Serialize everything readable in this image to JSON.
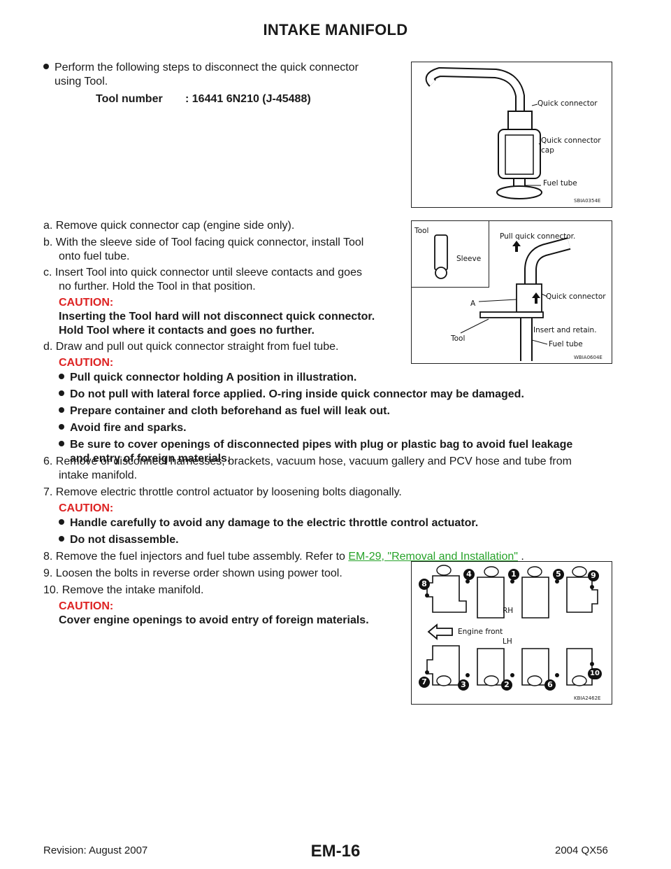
{
  "header": {
    "title": "INTAKE MANIFOLD"
  },
  "steps": {
    "intro_bullet_l1": "Perform the following steps to disconnect the quick connector",
    "intro_bullet_l2": "using Tool.",
    "tool_label": "Tool number",
    "tool_value": ": 16441 6N210 (J-45488)",
    "a": "a.  Remove quick connector cap (engine side only).",
    "b_l1": "b.  With the sleeve side of Tool facing quick connector, install Tool",
    "b_l2": "onto fuel tube.",
    "c_l1": "c.  Insert Tool into quick connector until sleeve contacts and goes",
    "c_l2": "no further. Hold the Tool in that position.",
    "c_caution": "CAUTION:",
    "c_caution_l1": "Inserting the Tool hard will not disconnect quick connector.",
    "c_caution_l2": "Hold Tool where it contacts and goes no further.",
    "d": "d.  Draw and pull out quick connector straight from fuel tube.",
    "d_caution": "CAUTION:",
    "d_bullets": [
      "Pull quick connector holding A position in illustration.",
      "Do not pull with lateral force applied. O-ring inside quick connector may be damaged.",
      "Prepare container and cloth beforehand as fuel will leak out.",
      "Avoid fire and sparks.",
      "Be sure to cover openings of disconnected pipes with plug or plastic bag to avoid fuel leakage",
      "and entry of foreign materials."
    ],
    "s6_l1": "6.  Remove or disconnect harnesses, brackets, vacuum hose, vacuum gallery and PCV hose and tube from",
    "s6_l2": "intake manifold.",
    "s7": "7.  Remove electric throttle control actuator by loosening bolts diagonally.",
    "s7_caution": "CAUTION:",
    "s7_bullets": [
      "Handle carefully to avoid any damage to the electric throttle control actuator.",
      "Do not disassemble."
    ],
    "s8_pre": "8.  Remove the fuel injectors and fuel tube assembly. Refer to ",
    "s8_link": "EM-29, \"Removal and Installation\"",
    "s8_post": " .",
    "s9": "9.  Loosen the bolts in reverse order shown using power tool.",
    "s10": "10. Remove the intake manifold.",
    "s10_caution": "CAUTION:",
    "s10_caution_text": "Cover engine openings to avoid entry of foreign materials."
  },
  "figures": {
    "fig1": {
      "labels": [
        "Quick connector",
        "Quick connector",
        "cap",
        "Fuel tube"
      ],
      "code": "SBIA0354E"
    },
    "fig2": {
      "labels": [
        "Tool",
        "Sleeve",
        "Pull quick connector.",
        "Quick connector",
        "A",
        "Insert and retain.",
        "Tool",
        "Fuel tube"
      ],
      "code": "WBIA0604E"
    },
    "fig3": {
      "labels": [
        "RH",
        "Engine front",
        "LH"
      ],
      "numbers": [
        "8",
        "4",
        "1",
        "5",
        "9",
        "7",
        "3",
        "2",
        "6",
        "10"
      ],
      "code": "KBIA2462E"
    }
  },
  "footer": {
    "revision": "Revision: August 2007",
    "page": "EM-16",
    "model": "2004 QX56"
  }
}
